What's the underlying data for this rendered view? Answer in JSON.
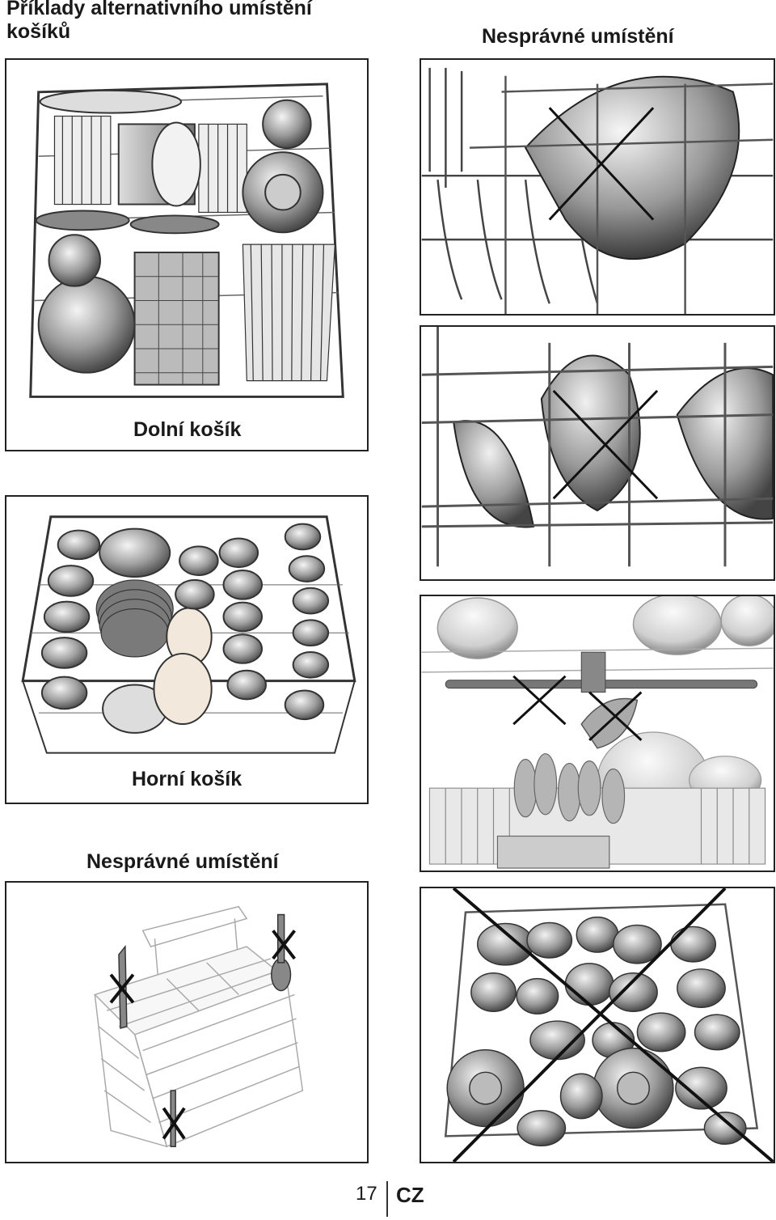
{
  "page": {
    "title": "Příklady alternativního umístění košíků",
    "labels": {
      "incorrect_top": "Nesprávné umístění",
      "lower_basket": "Dolní košík",
      "upper_basket": "Horní košík",
      "incorrect_bottom": "Nesprávné umístění"
    },
    "footer": {
      "page_number": "17",
      "language": "CZ"
    }
  },
  "figures": [
    {
      "icon": "lower-basket-loaded-illustration",
      "status": "correct"
    },
    {
      "icon": "upper-basket-loaded-illustration",
      "status": "correct"
    },
    {
      "icon": "bowl-incorrect-illustration",
      "status": "incorrect"
    },
    {
      "icon": "bowls-incorrect-illustration",
      "status": "incorrect"
    },
    {
      "icon": "spray-arm-blocked-illustration",
      "status": "incorrect"
    },
    {
      "icon": "cutlery-basket-incorrect-illustration",
      "status": "incorrect"
    },
    {
      "icon": "overloaded-basket-illustration",
      "status": "incorrect"
    }
  ],
  "colors": {
    "frame": "#222222",
    "wire": "#555555",
    "dish_light": "#e0e0e0",
    "dish_mid": "#9a9a9a",
    "dish_dark": "#555555",
    "cross": "#111111"
  }
}
